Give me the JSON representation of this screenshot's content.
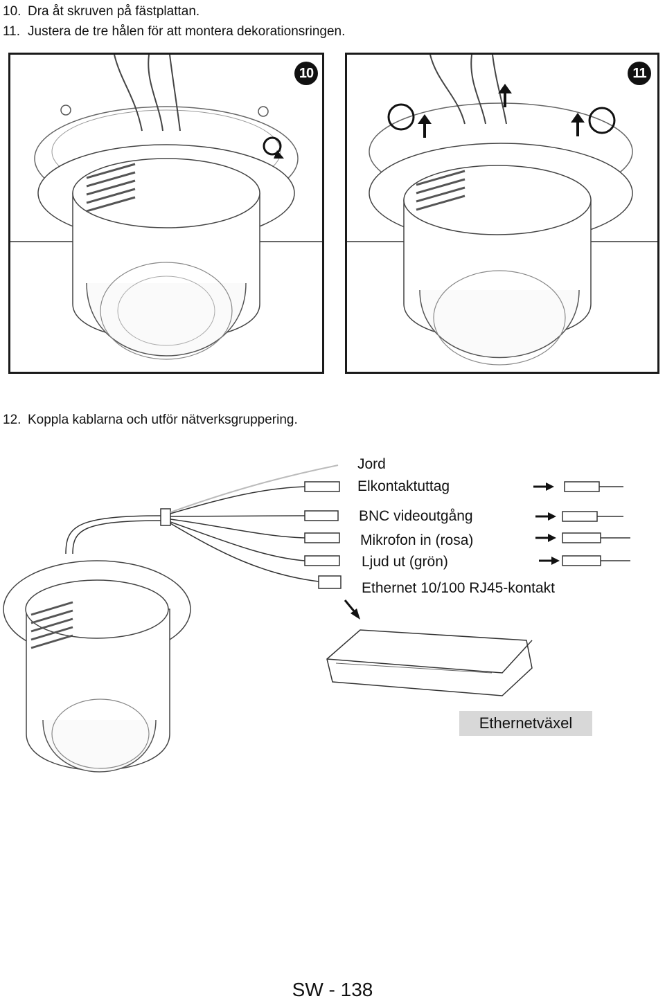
{
  "steps": [
    {
      "num": "10.",
      "text": "Dra åt skruven på fästplattan."
    },
    {
      "num": "11.",
      "text": "Justera de tre hålen för att montera dekorationsringen."
    },
    {
      "num": "12.",
      "text": "Koppla kablarna och utför nätverksgruppering."
    }
  ],
  "panels": [
    {
      "badge": "10"
    },
    {
      "badge": "11"
    }
  ],
  "connectors": {
    "ground": "Jord",
    "power": "Elkontaktuttag",
    "bnc": "BNC videoutgång",
    "mic": "Mikrofon in (rosa)",
    "audio": "Ljud ut (grön)",
    "ethernet": "Ethernet 10/100 RJ45-kontakt"
  },
  "switch_label": "Ethernetväxel",
  "page_number": "SW - 138"
}
